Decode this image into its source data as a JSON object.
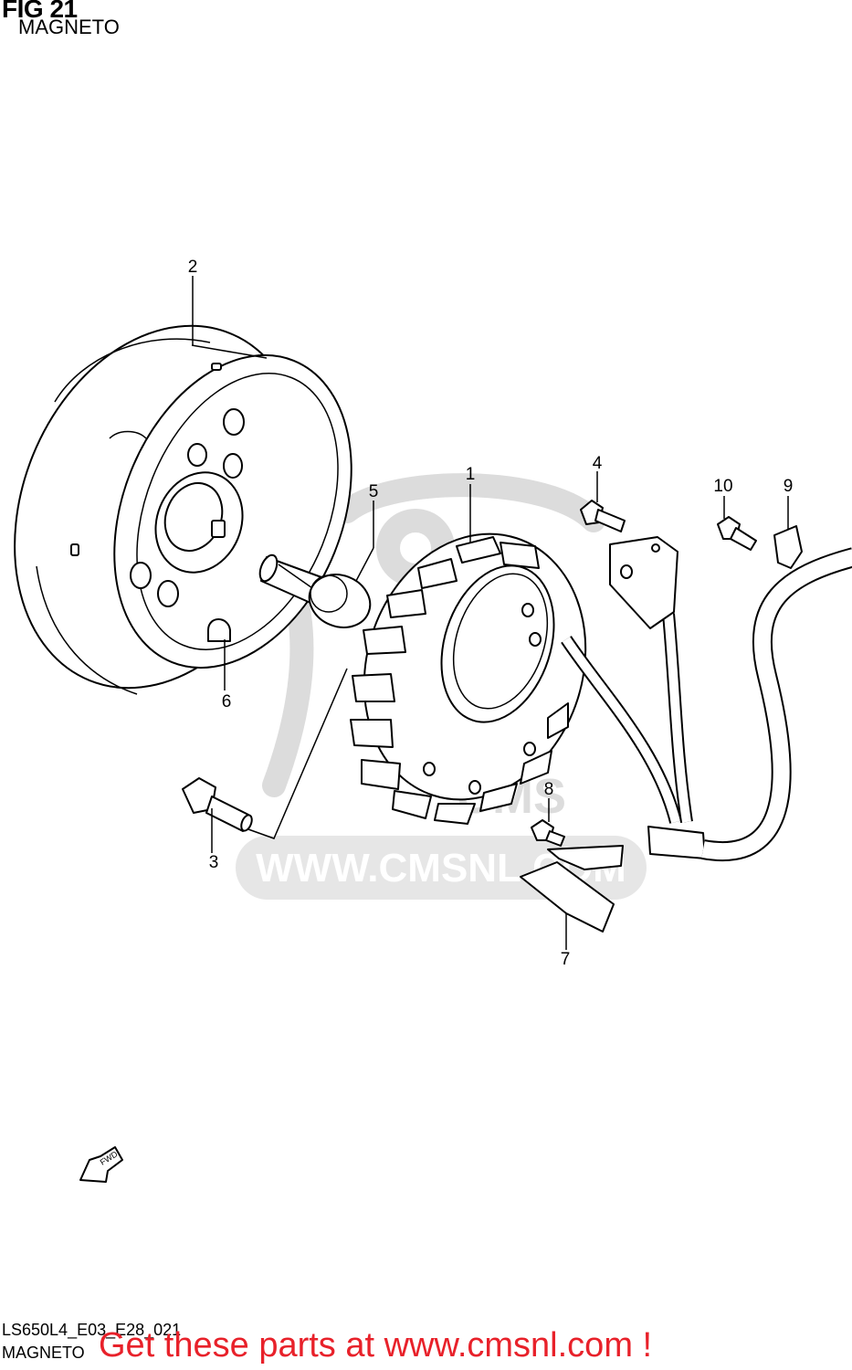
{
  "header": {
    "title": "FIG 21",
    "subtitle": "MAGNETO"
  },
  "watermark": {
    "text": "WWW.CMSNL.COM",
    "logo_text": "CMS"
  },
  "callouts": [
    {
      "id": "1",
      "label": "1"
    },
    {
      "id": "2",
      "label": "2"
    },
    {
      "id": "3",
      "label": "3"
    },
    {
      "id": "4",
      "label": "4"
    },
    {
      "id": "5",
      "label": "5"
    },
    {
      "id": "6",
      "label": "6"
    },
    {
      "id": "7",
      "label": "7"
    },
    {
      "id": "8",
      "label": "8"
    },
    {
      "id": "9",
      "label": "9"
    },
    {
      "id": "10",
      "label": "10"
    }
  ],
  "fwd_arrow": {
    "label": "FWD"
  },
  "footer": {
    "ref_code": "LS650L4_E03_E28_021",
    "name": "MAGNETO",
    "cta": "Get these parts at www.cmsnl.com !"
  },
  "colors": {
    "cta": "#e8212a",
    "watermark": "#dcdcdc",
    "line": "#000000"
  }
}
